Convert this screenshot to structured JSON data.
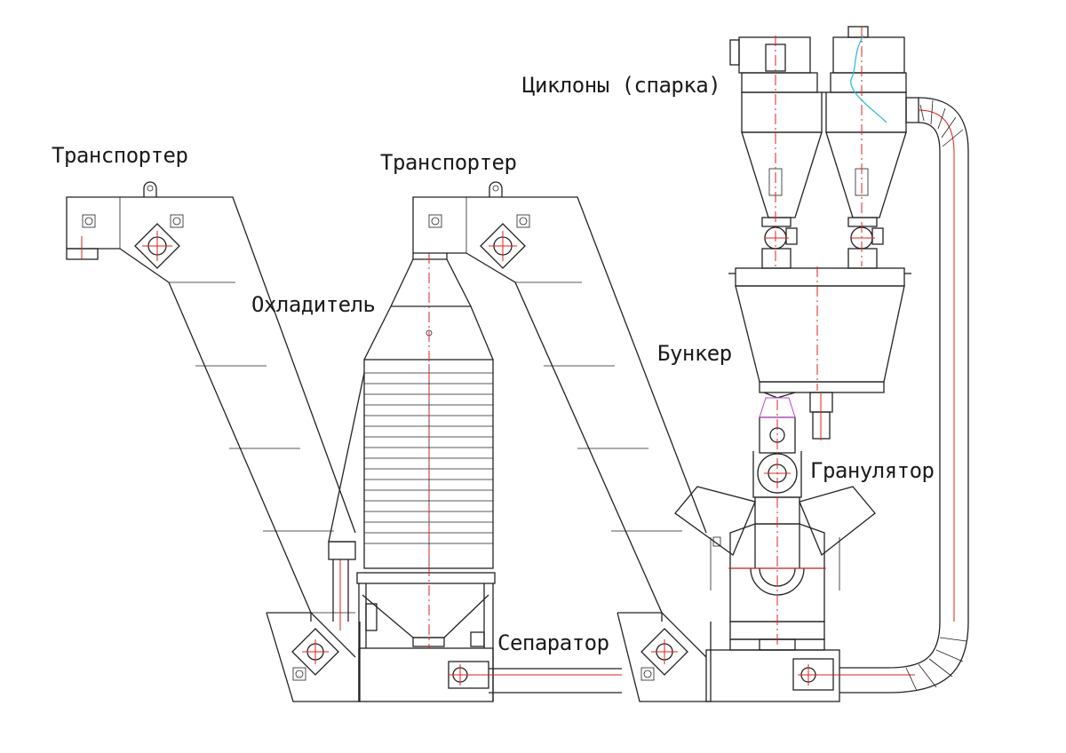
{
  "labels": {
    "transporter_left": "Транспортер",
    "transporter_mid": "Транспортер",
    "cooler": "Охладитель",
    "cyclones": "Циклоны (спарка)",
    "bunker": "Бункер",
    "granulator": "Гранулятор",
    "separator": "Сепаратор"
  },
  "colors": {
    "line": "#222222",
    "axis": "#e0201e",
    "accent_magenta": "#c040d0",
    "accent_cyan": "#20b8d8"
  }
}
